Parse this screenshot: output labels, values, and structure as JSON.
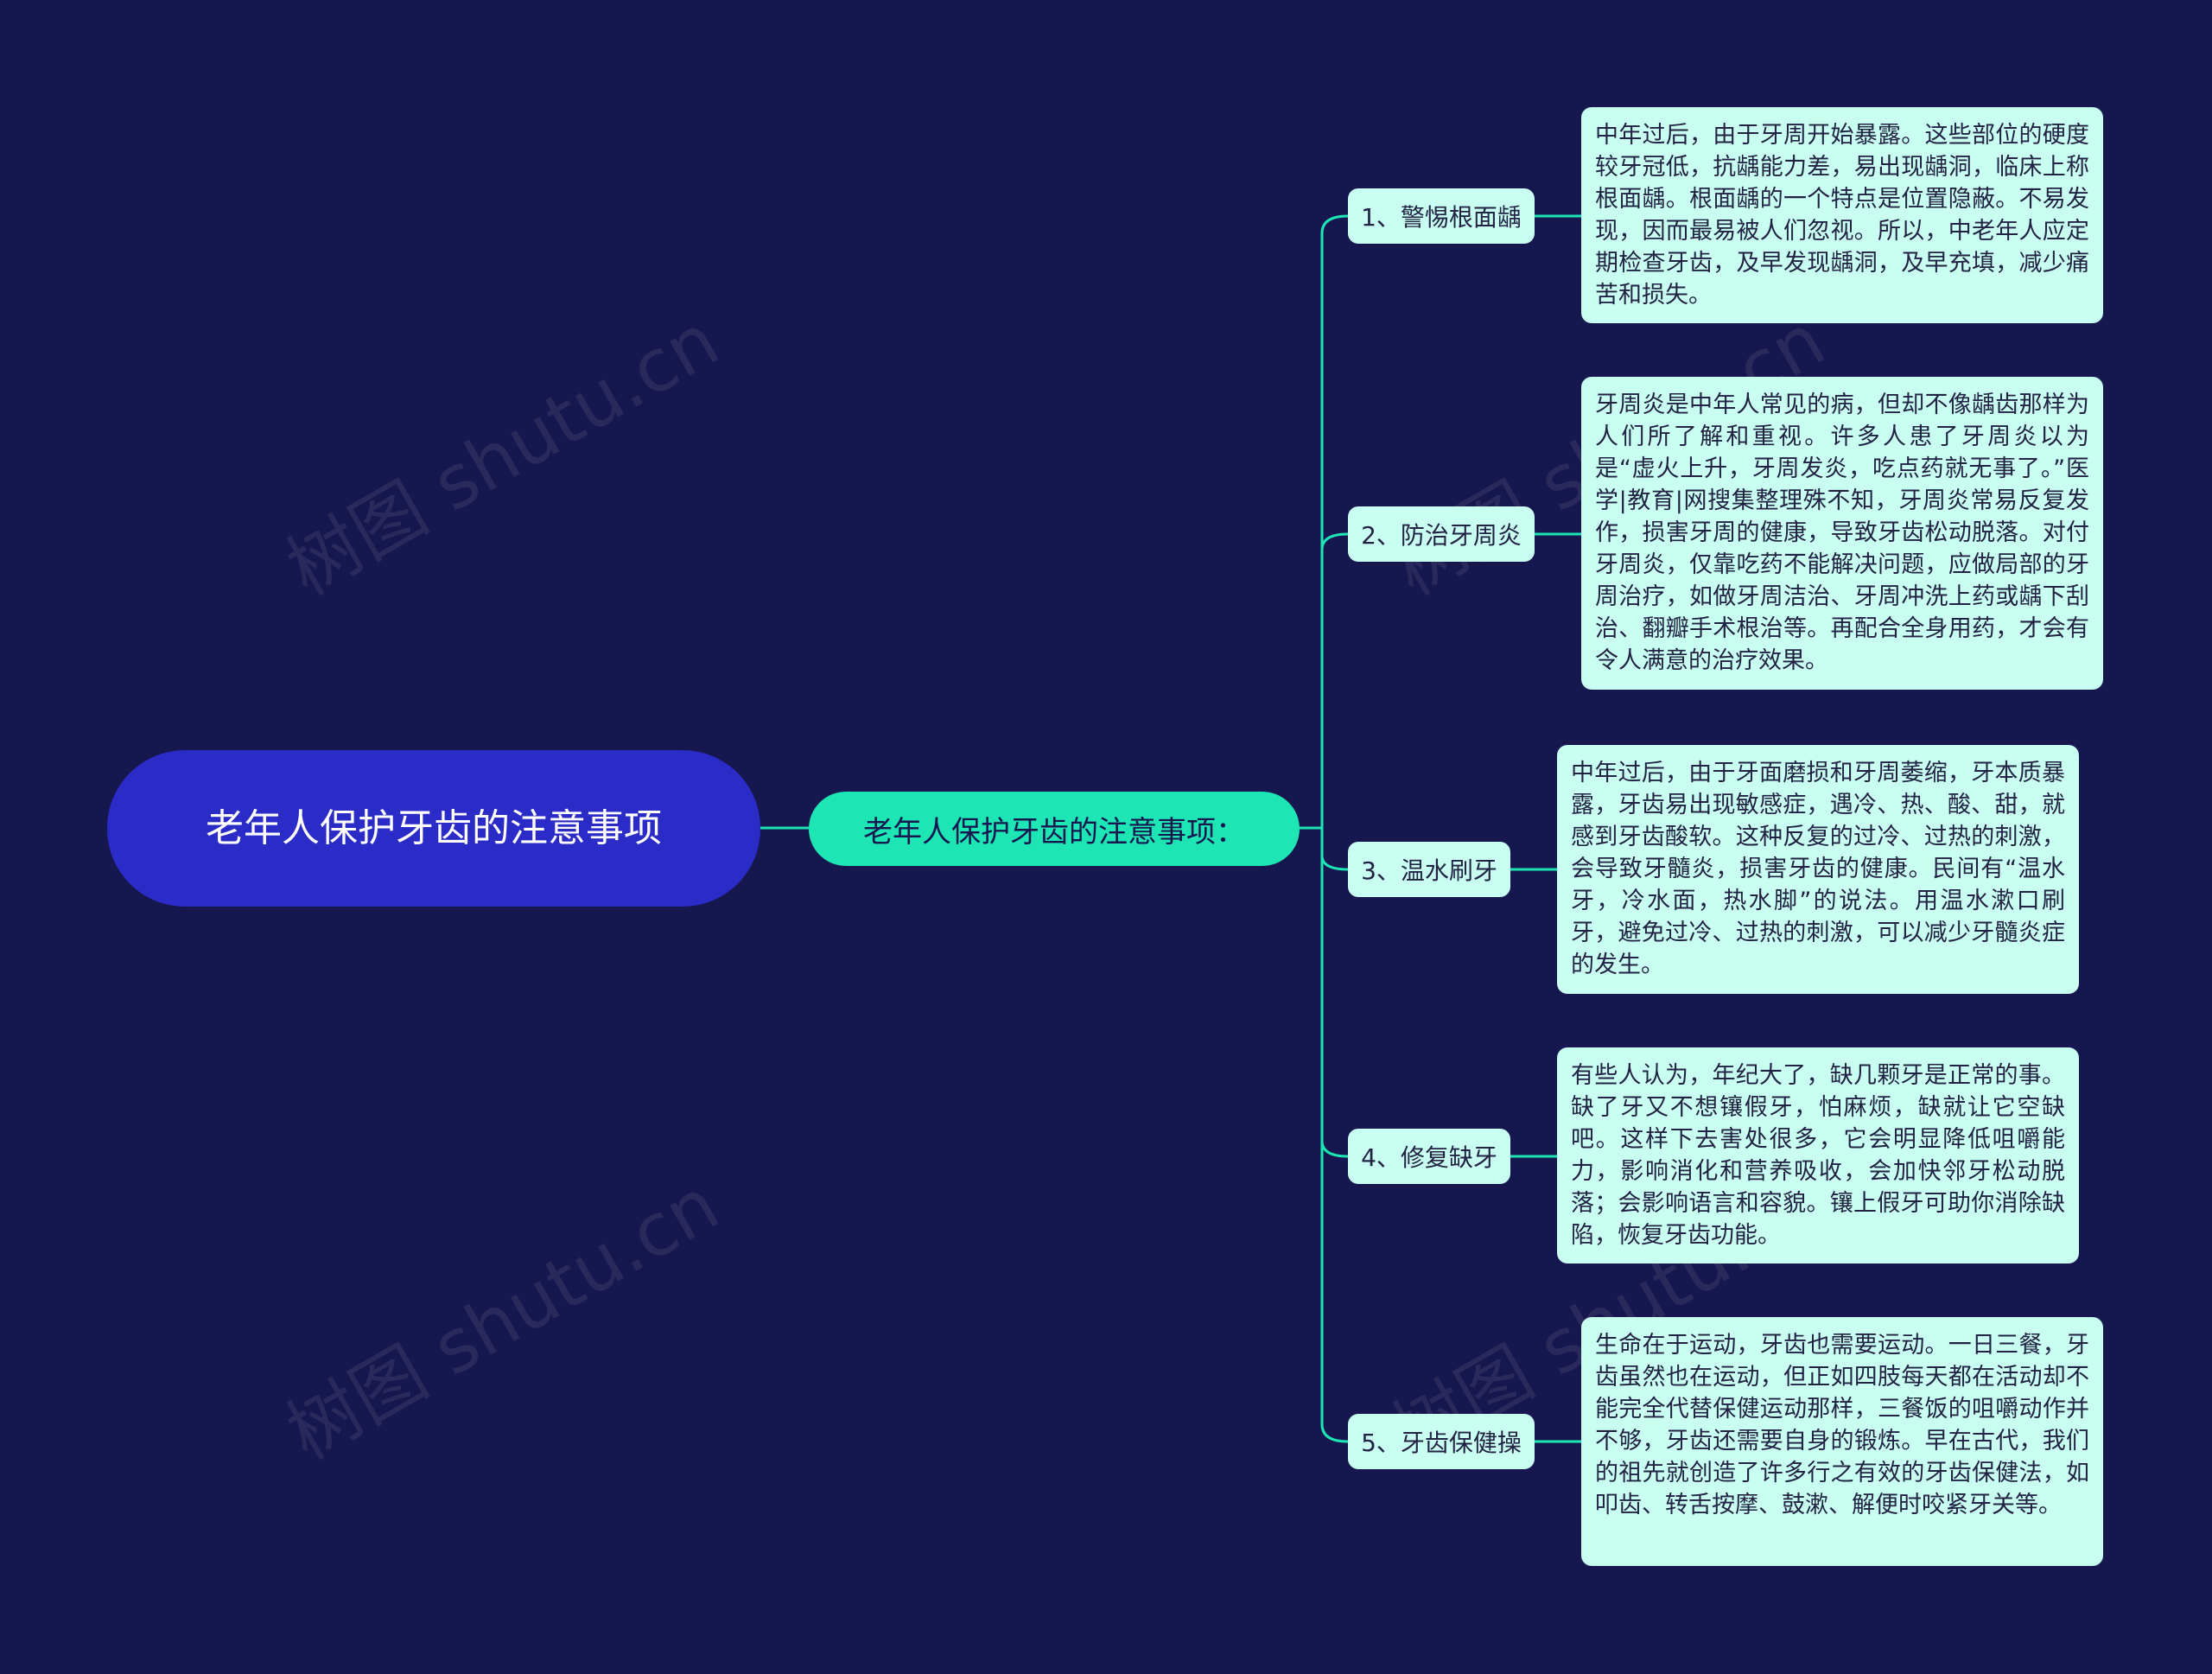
{
  "root": {
    "label": "老年人保护牙齿的注意事项"
  },
  "hub": {
    "label": "老年人保护牙齿的注意事项："
  },
  "branches": [
    {
      "label": "1、警惕根面龋",
      "text": "中年过后，由于牙周开始暴露。这些部位的硬度较牙冠低，抗龋能力差，易出现龋洞，临床上称根面龋。根面龋的一个特点是位置隐蔽。不易发现，因而最易被人们忽视。所以，中老年人应定期检查牙齿，及早发现龋洞，及早充填，减少痛苦和损失。"
    },
    {
      "label": "2、防治牙周炎",
      "text": "牙周炎是中年人常见的病，但却不像龋齿那样为人们所了解和重视。许多人患了牙周炎以为是“虚火上升，牙周发炎，吃点药就无事了。”医学|教育|网搜集整理殊不知，牙周炎常易反复发作，损害牙周的健康，导致牙齿松动脱落。对付牙周炎，仅靠吃药不能解决问题，应做局部的牙周治疗，如做牙周洁治、牙周冲洗上药或龋下刮治、翻瓣手术根治等。再配合全身用药，才会有令人满意的治疗效果。"
    },
    {
      "label": "3、温水刷牙",
      "text": "中年过后，由于牙面磨损和牙周萎缩，牙本质暴露，牙齿易出现敏感症，遇冷、热、酸、甜，就感到牙齿酸软。这种反复的过冷、过热的刺激，会导致牙髓炎，损害牙齿的健康。民间有“温水牙，冷水面，热水脚”的说法。用温水漱口刷牙，避免过冷、过热的刺激，可以减少牙髓炎症的发生。"
    },
    {
      "label": "4、修复缺牙",
      "text": "有些人认为，年纪大了，缺几颗牙是正常的事。缺了牙又不想镶假牙，怕麻烦，缺就让它空缺吧。这样下去害处很多，它会明显降低咀嚼能力，影响消化和营养吸收，会加快邻牙松动脱落；会影响语言和容貌。镶上假牙可助你消除缺陷，恢复牙齿功能。"
    },
    {
      "label": "5、牙齿保健操",
      "text": "生命在于运动，牙齿也需要运动。一日三餐，牙齿虽然也在运动，但正如四肢每天都在活动却不能完全代替保健运动那样，三餐饭的咀嚼动作并不够，牙齿还需要自身的锻炼。早在古代，我们的祖先就创造了许多行之有效的牙齿保健法，如叩齿、转舌按摩、鼓漱、解便时咬紧牙关等。"
    }
  ],
  "watermark": "树图 shutu.cn",
  "colors": {
    "background": "#17174f",
    "root": "#2b2bc8",
    "hub": "#1de6b4",
    "node": "#c9fff0",
    "link": "#1de6b4"
  }
}
